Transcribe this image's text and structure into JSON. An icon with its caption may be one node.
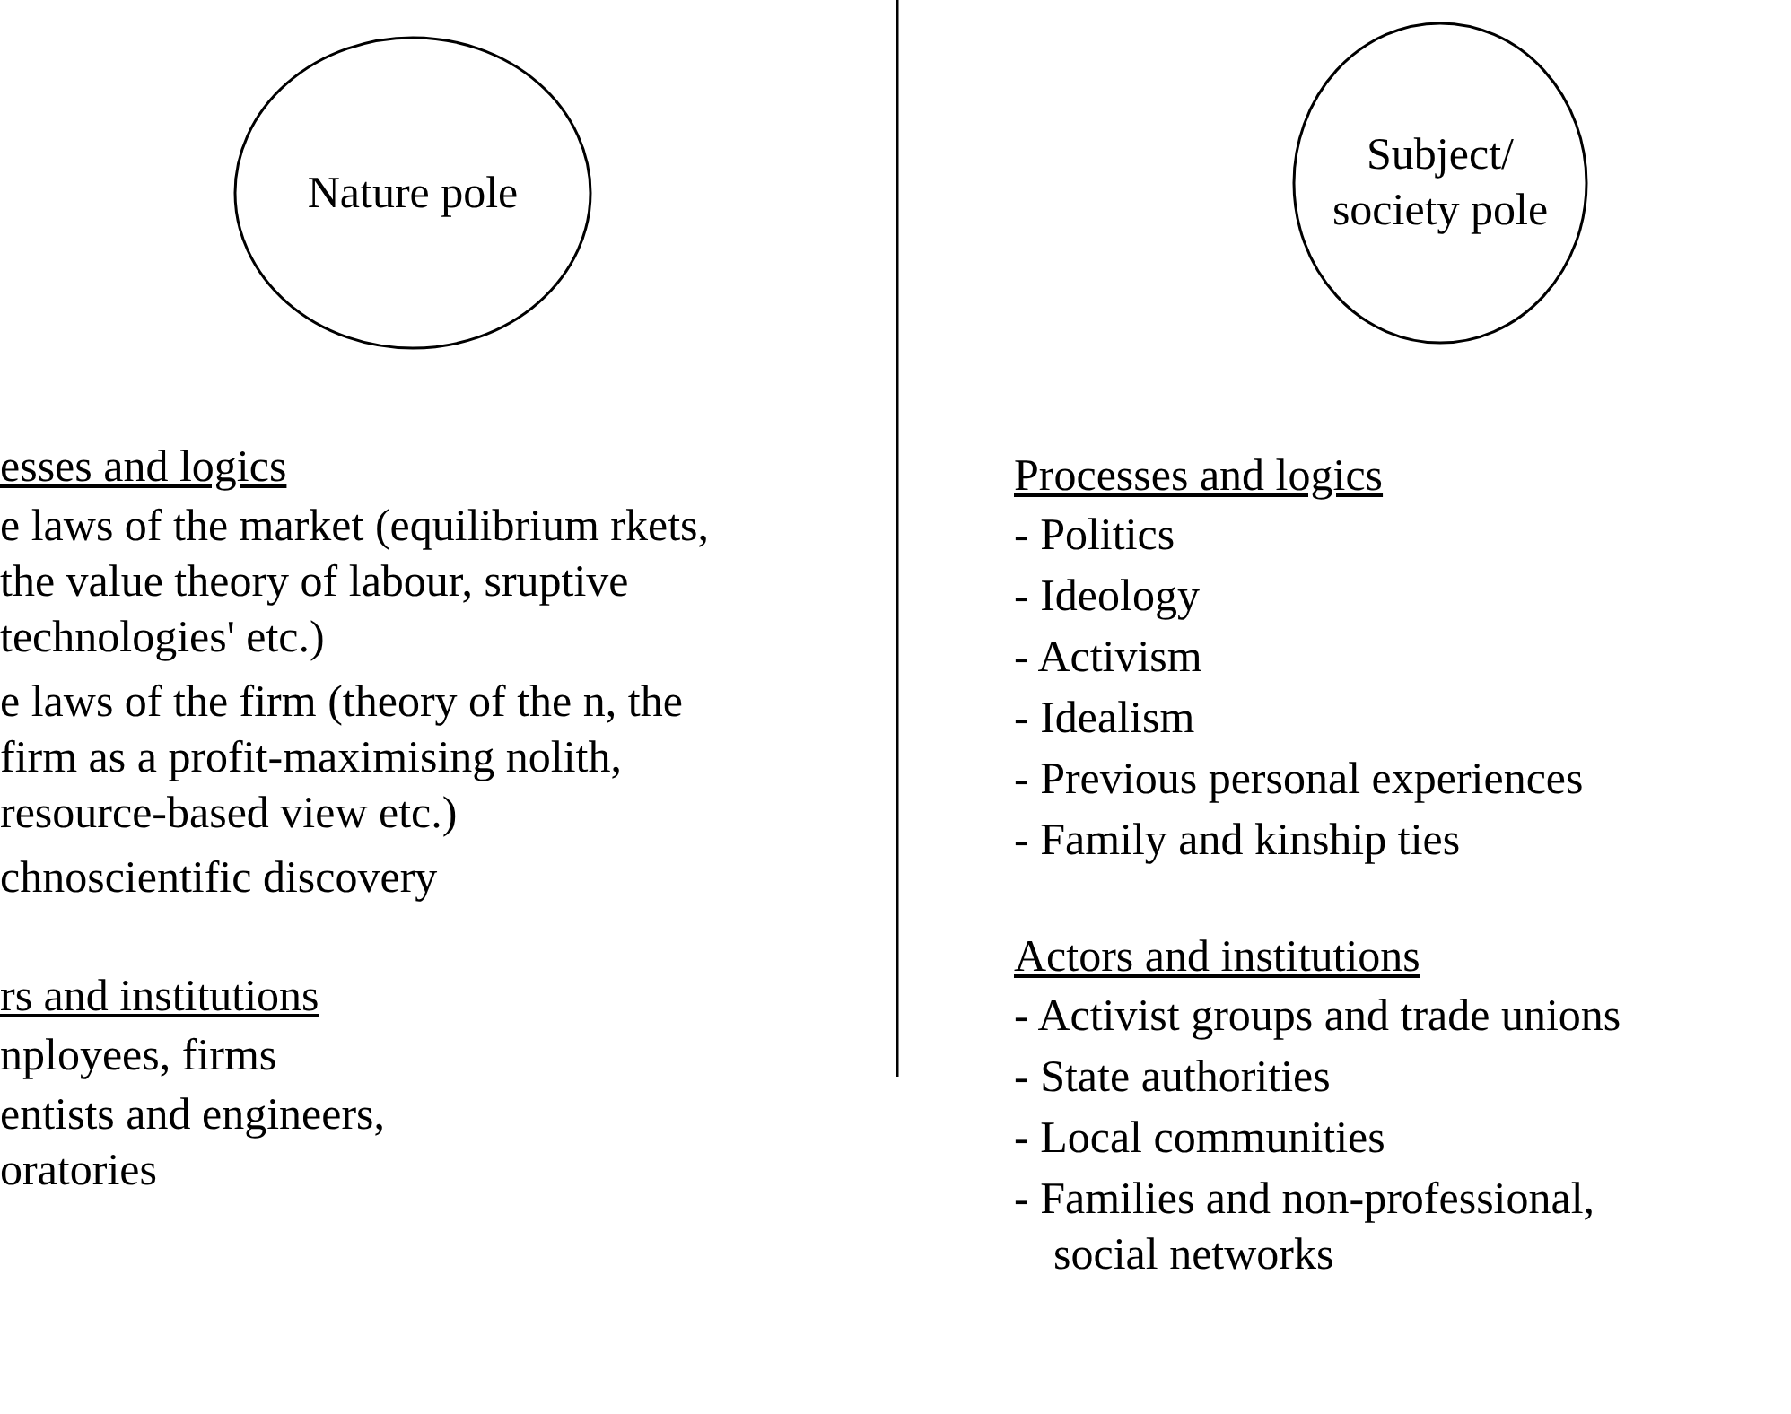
{
  "diagram": {
    "nodes": [
      {
        "text": [
          "Nature pole"
        ]
      },
      {
        "text": [
          "Subject/ society pole"
        ]
      }
    ],
    "labels": [
      "esses and logics",
      "e laws of the market (equilibrium rkets, the value theory of labour, sruptive technologies' etc.)",
      "e laws of the firm (theory of the n, the firm as a profit-maximising nolith, resource-based view etc.)",
      "chnoscientific discovery",
      "rs and institutions",
      "nployees, firms",
      "entists and engineers, oratories",
      "Processes and logics",
      "- Politics",
      "- Ideology",
      "- Activism",
      "- Idealism",
      "- Previous personal experiences",
      "- Family and kinship ties",
      "Actors and institutions",
      "- Activist groups and trade unions",
      "- State authorities",
      "- Local communities",
      "- Families and non-professional, social networks"
    ]
  }
}
